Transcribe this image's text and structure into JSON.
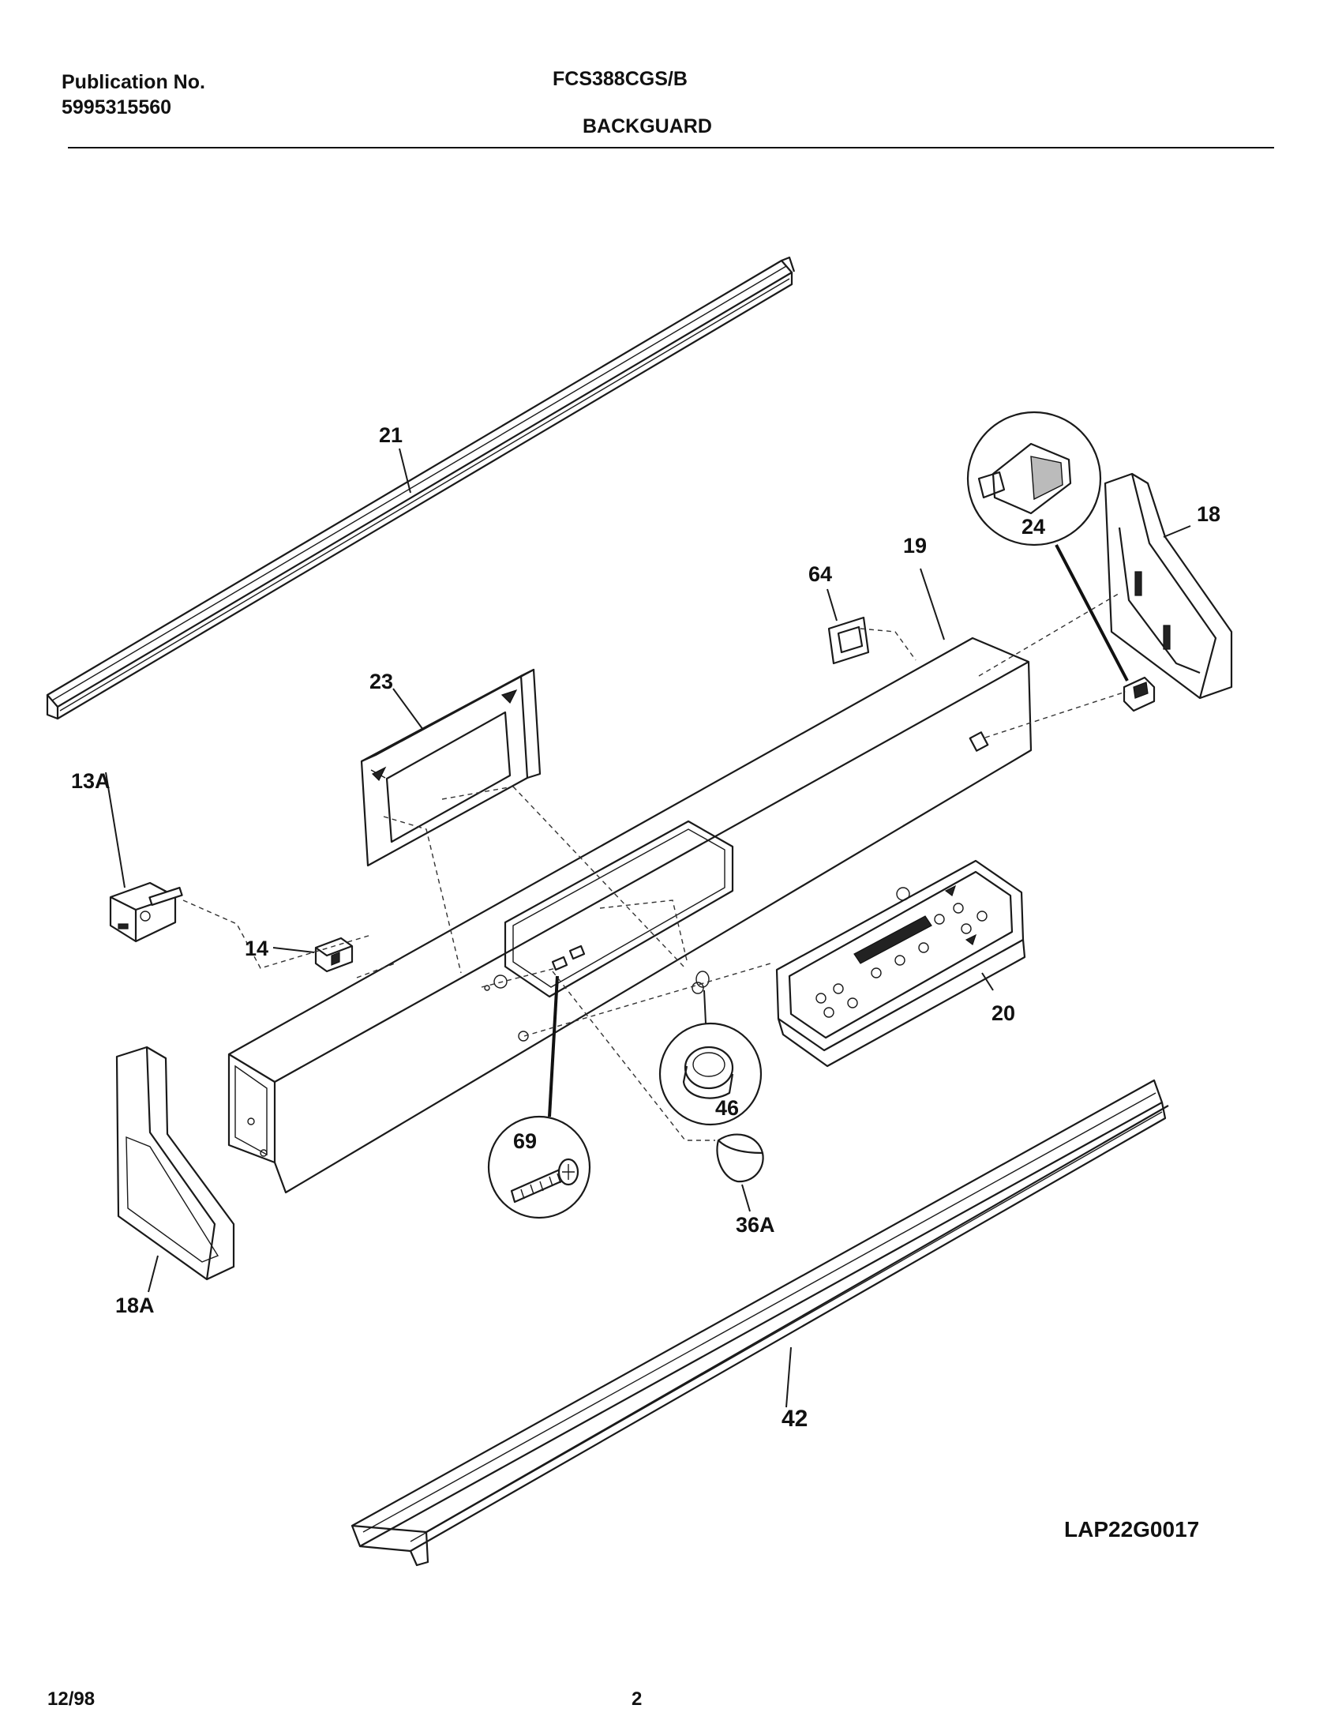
{
  "header": {
    "publication_label": "Publication No.",
    "publication_number": "5995315560",
    "model": "FCS388CGS/B",
    "section": "BACKGUARD"
  },
  "diagram_code": "LAP22G0017",
  "footer": {
    "date": "12/98",
    "page": "2"
  },
  "callouts": {
    "p21": "21",
    "p23": "23",
    "p13a": "13A",
    "p14": "14",
    "p64": "64",
    "p19": "19",
    "p24": "24",
    "p18": "18",
    "p20": "20",
    "p46": "46",
    "p69": "69",
    "p36a": "36A",
    "p18a": "18A",
    "p42": "42"
  }
}
